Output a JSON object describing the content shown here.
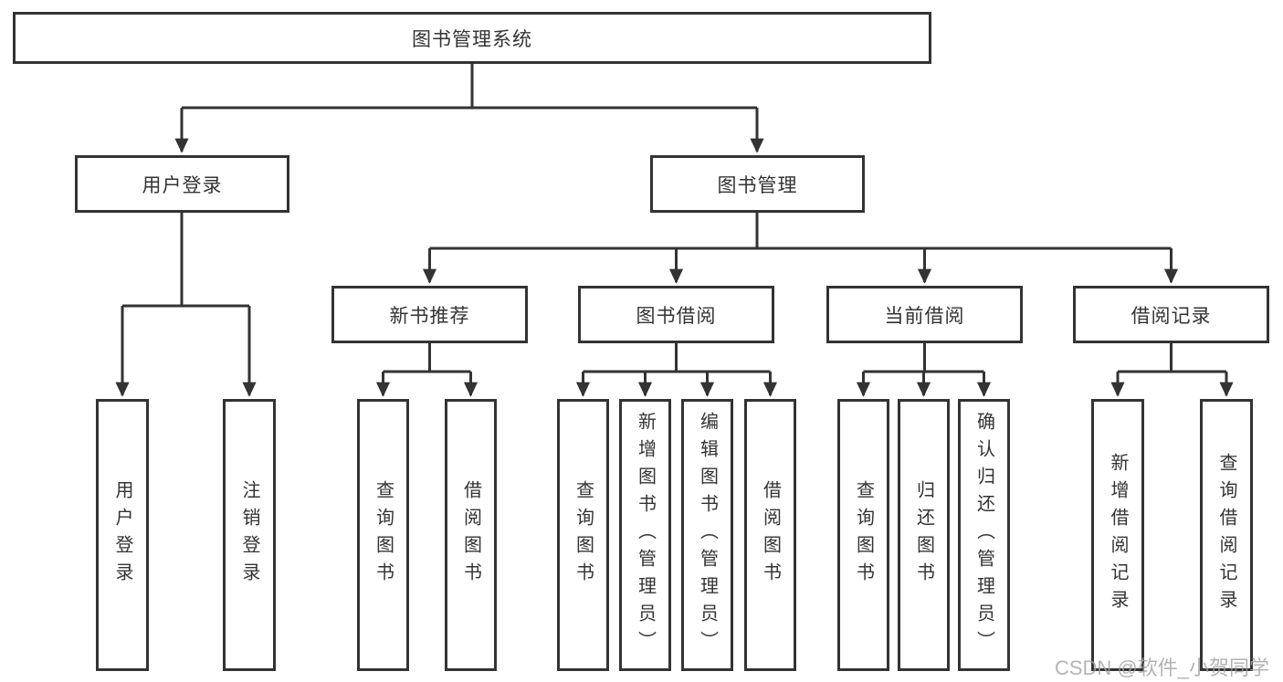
{
  "colors": {
    "line": "#333333",
    "box_border": "#333333",
    "text": "#333333",
    "watermark": "#a0a0a0",
    "background": "#ffffff"
  },
  "diagram": {
    "root": "图书管理系统",
    "branches": [
      {
        "label": "用户登录",
        "children": [
          "用户登录",
          "注销登录"
        ]
      },
      {
        "label": "图书管理",
        "sections": [
          {
            "label": "新书推荐",
            "children": [
              "查询图书",
              "借阅图书"
            ]
          },
          {
            "label": "图书借阅",
            "children": [
              "查询图书",
              "新增图书（管理员）",
              "编辑图书（管理员）",
              "借阅图书"
            ]
          },
          {
            "label": "当前借阅",
            "children": [
              "查询图书",
              "归还图书",
              "确认归还（管理员）"
            ]
          },
          {
            "label": "借阅记录",
            "children": [
              "新增借阅记录",
              "查询借阅记录"
            ]
          }
        ]
      }
    ]
  },
  "watermark": "CSDN @软件_小贺同学"
}
